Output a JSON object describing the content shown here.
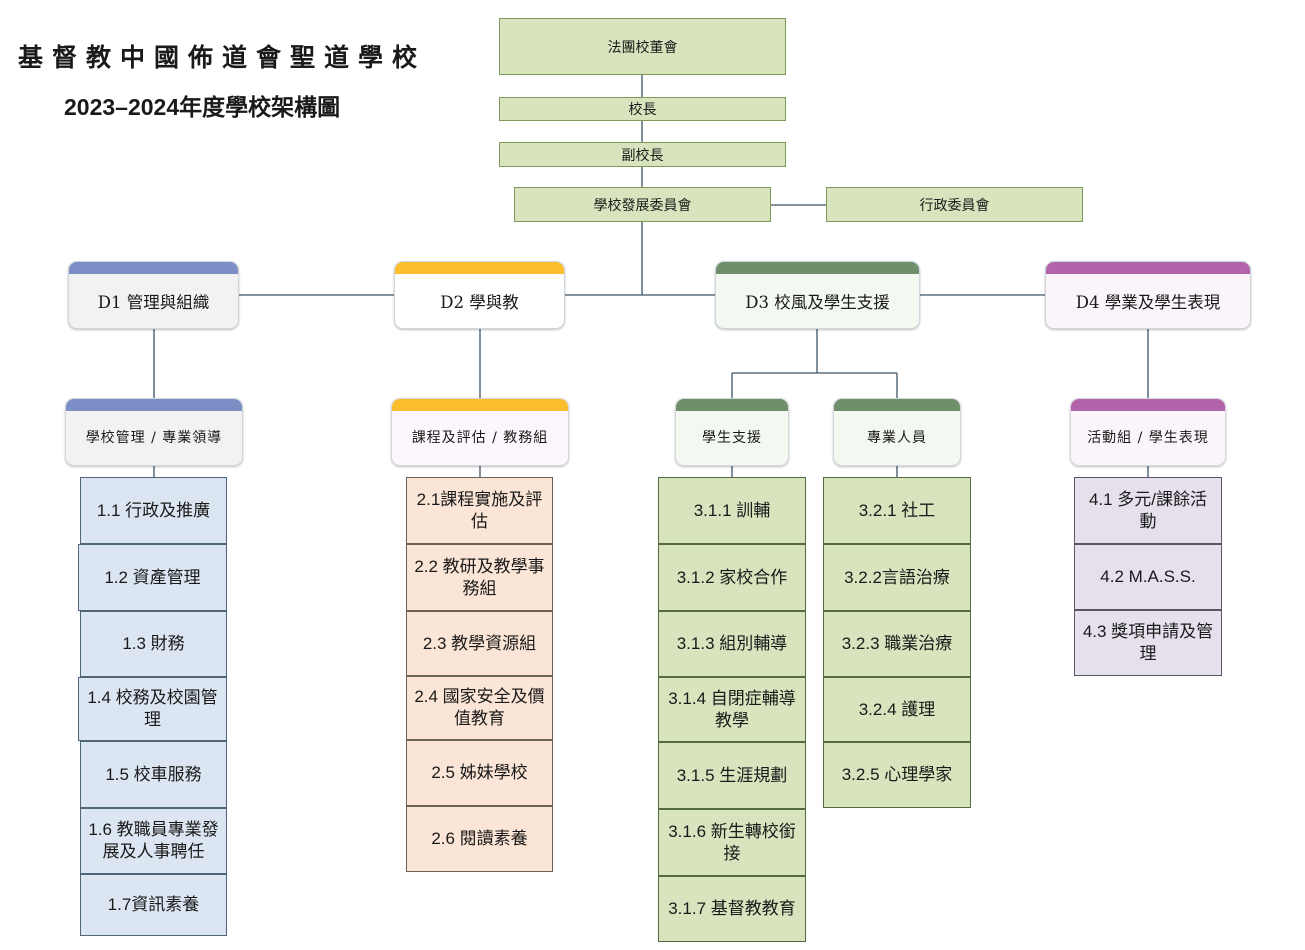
{
  "header": {
    "school_name": "基督教中國佈道會聖道學校",
    "chart_title": "2023–2024年度學校架構圖"
  },
  "top": {
    "board": "法團校董會",
    "principal": "校長",
    "vice_principal": "副校長",
    "dev_committee": "學校發展委員會",
    "admin_committee": "行政委員會"
  },
  "colors": {
    "d1": "#7b8fc6",
    "d2": "#fbbf2c",
    "d3": "#6f8f6a",
    "d4": "#b264aa",
    "box_green": "#d7e4bd",
    "item_blue": "#dce6f2",
    "item_peach": "#fbe5d6",
    "item_green": "#d7e4bd",
    "item_lavender": "#e5e0ec"
  },
  "domains": [
    {
      "label": "D1  管理與組織",
      "groups": [
        {
          "label": "學校管理 / 專業領導",
          "items": [
            "1.1 行政及推廣",
            "1.2 資產管理",
            "1.3 財務",
            "1.4 校務及校園管理",
            "1.5 校車服務",
            "1.6 教職員專業發展及人事聘任",
            "1.7資訊素養"
          ]
        }
      ]
    },
    {
      "label": "D2  學與教",
      "groups": [
        {
          "label": "課程及評估 / 教務組",
          "items": [
            "2.1課程實施及評估",
            "2.2 教研及教學事務組",
            "2.3 教學資源組",
            "2.4 國家安全及價值教育",
            "2.5 姊妹學校",
            "2.6 閱讀素養"
          ]
        }
      ]
    },
    {
      "label": "D3  校風及學生支援",
      "groups": [
        {
          "label": "學生支援",
          "items": [
            "3.1.1 訓輔",
            "3.1.2 家校合作",
            "3.1.3 組別輔導",
            "3.1.4 自閉症輔導教學",
            "3.1.5 生涯規劃",
            "3.1.6 新生轉校銜接",
            "3.1.7 基督教教育"
          ]
        },
        {
          "label": "專業人員",
          "items": [
            "3.2.1 社工",
            "3.2.2言語治療",
            "3.2.3 職業治療",
            "3.2.4 護理",
            "3.2.5 心理學家"
          ]
        }
      ]
    },
    {
      "label": "D4  學業及學生表現",
      "groups": [
        {
          "label": "活動組 / 學生表現",
          "items": [
            "4.1 多元/課餘活動",
            "4.2 M.A.S.S.",
            "4.3 獎項申請及管理"
          ]
        }
      ]
    }
  ]
}
